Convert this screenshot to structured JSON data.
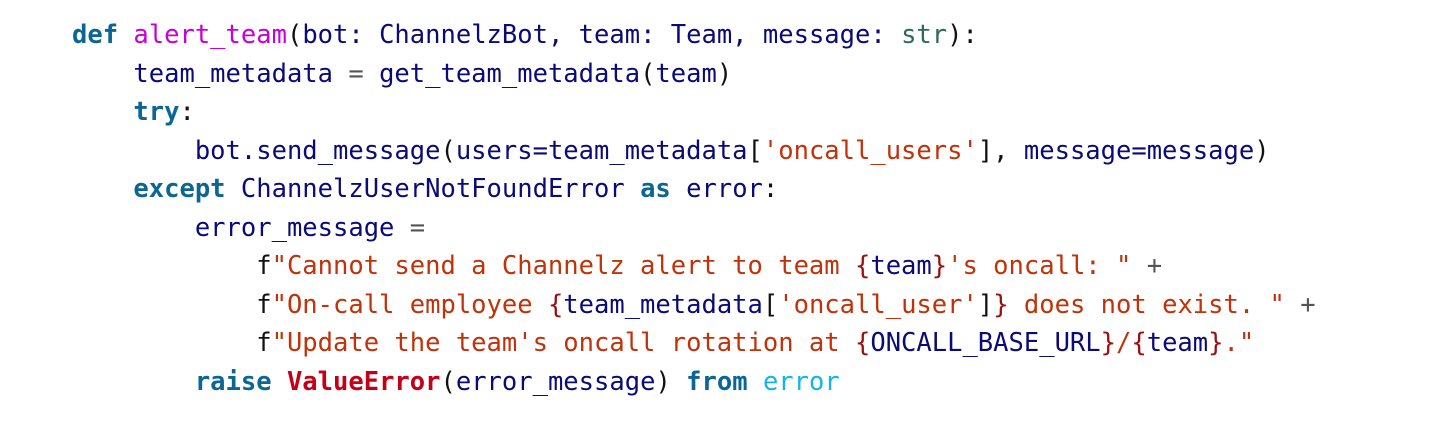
{
  "code": {
    "language": "python",
    "lines": [
      {
        "indent": "",
        "tokens": [
          {
            "t": "def",
            "c": "kw"
          },
          {
            "t": " ",
            "c": "pun"
          },
          {
            "t": "alert_team",
            "c": "fn"
          },
          {
            "t": "(",
            "c": "pun"
          },
          {
            "t": "bot: ChannelzBot, team: Team, message: ",
            "c": "id"
          },
          {
            "t": "str",
            "c": "bi"
          },
          {
            "t": "):",
            "c": "pun"
          }
        ]
      },
      {
        "indent": "    ",
        "tokens": [
          {
            "t": "team_metadata ",
            "c": "id"
          },
          {
            "t": "=",
            "c": "op"
          },
          {
            "t": " get_team_metadata",
            "c": "id"
          },
          {
            "t": "(",
            "c": "pun"
          },
          {
            "t": "team",
            "c": "id"
          },
          {
            "t": ")",
            "c": "pun"
          }
        ]
      },
      {
        "indent": "    ",
        "tokens": [
          {
            "t": "try",
            "c": "kw"
          },
          {
            "t": ":",
            "c": "pun"
          }
        ]
      },
      {
        "indent": "        ",
        "tokens": [
          {
            "t": "bot.send_message",
            "c": "id"
          },
          {
            "t": "(",
            "c": "pun"
          },
          {
            "t": "users=team_metadata",
            "c": "id"
          },
          {
            "t": "[",
            "c": "pun"
          },
          {
            "t": "'oncall_users'",
            "c": "str"
          },
          {
            "t": "], ",
            "c": "pun"
          },
          {
            "t": "message=message",
            "c": "id"
          },
          {
            "t": ")",
            "c": "pun"
          }
        ]
      },
      {
        "indent": "    ",
        "tokens": [
          {
            "t": "except",
            "c": "kw"
          },
          {
            "t": " ChannelzUserNotFoundError ",
            "c": "id"
          },
          {
            "t": "as",
            "c": "kw"
          },
          {
            "t": " error",
            "c": "id"
          },
          {
            "t": ":",
            "c": "pun"
          }
        ]
      },
      {
        "indent": "        ",
        "tokens": [
          {
            "t": "error_message ",
            "c": "id"
          },
          {
            "t": "=",
            "c": "op"
          }
        ]
      },
      {
        "indent": "            ",
        "tokens": [
          {
            "t": "f",
            "c": "pun"
          },
          {
            "t": "\"Cannot send a Channelz alert to team ",
            "c": "str"
          },
          {
            "t": "{",
            "c": "brc"
          },
          {
            "t": "team",
            "c": "id"
          },
          {
            "t": "}",
            "c": "brc"
          },
          {
            "t": "'s oncall: \"",
            "c": "str"
          },
          {
            "t": " +",
            "c": "op"
          }
        ]
      },
      {
        "indent": "            ",
        "tokens": [
          {
            "t": "f",
            "c": "pun"
          },
          {
            "t": "\"On-call employee ",
            "c": "str"
          },
          {
            "t": "{",
            "c": "brc"
          },
          {
            "t": "team_metadata",
            "c": "id"
          },
          {
            "t": "[",
            "c": "pun"
          },
          {
            "t": "'oncall_user'",
            "c": "str"
          },
          {
            "t": "]",
            "c": "pun"
          },
          {
            "t": "}",
            "c": "brc"
          },
          {
            "t": " does not exist. \"",
            "c": "str"
          },
          {
            "t": " +",
            "c": "op"
          }
        ]
      },
      {
        "indent": "            ",
        "tokens": [
          {
            "t": "f",
            "c": "pun"
          },
          {
            "t": "\"Update the team's oncall rotation at ",
            "c": "str"
          },
          {
            "t": "{",
            "c": "brc"
          },
          {
            "t": "ONCALL_BASE_URL",
            "c": "id"
          },
          {
            "t": "}",
            "c": "brc"
          },
          {
            "t": "/",
            "c": "str"
          },
          {
            "t": "{",
            "c": "brc"
          },
          {
            "t": "team",
            "c": "id"
          },
          {
            "t": "}",
            "c": "brc"
          },
          {
            "t": ".\"",
            "c": "str"
          }
        ]
      },
      {
        "indent": "        ",
        "tokens": [
          {
            "t": "raise",
            "c": "kw"
          },
          {
            "t": " ",
            "c": "pun"
          },
          {
            "t": "ValueError",
            "c": "exc"
          },
          {
            "t": "(",
            "c": "pun"
          },
          {
            "t": "error_message",
            "c": "id"
          },
          {
            "t": ") ",
            "c": "pun"
          },
          {
            "t": "from",
            "c": "kw"
          },
          {
            "t": " ",
            "c": "pun"
          },
          {
            "t": "error",
            "c": "err"
          }
        ]
      }
    ]
  }
}
